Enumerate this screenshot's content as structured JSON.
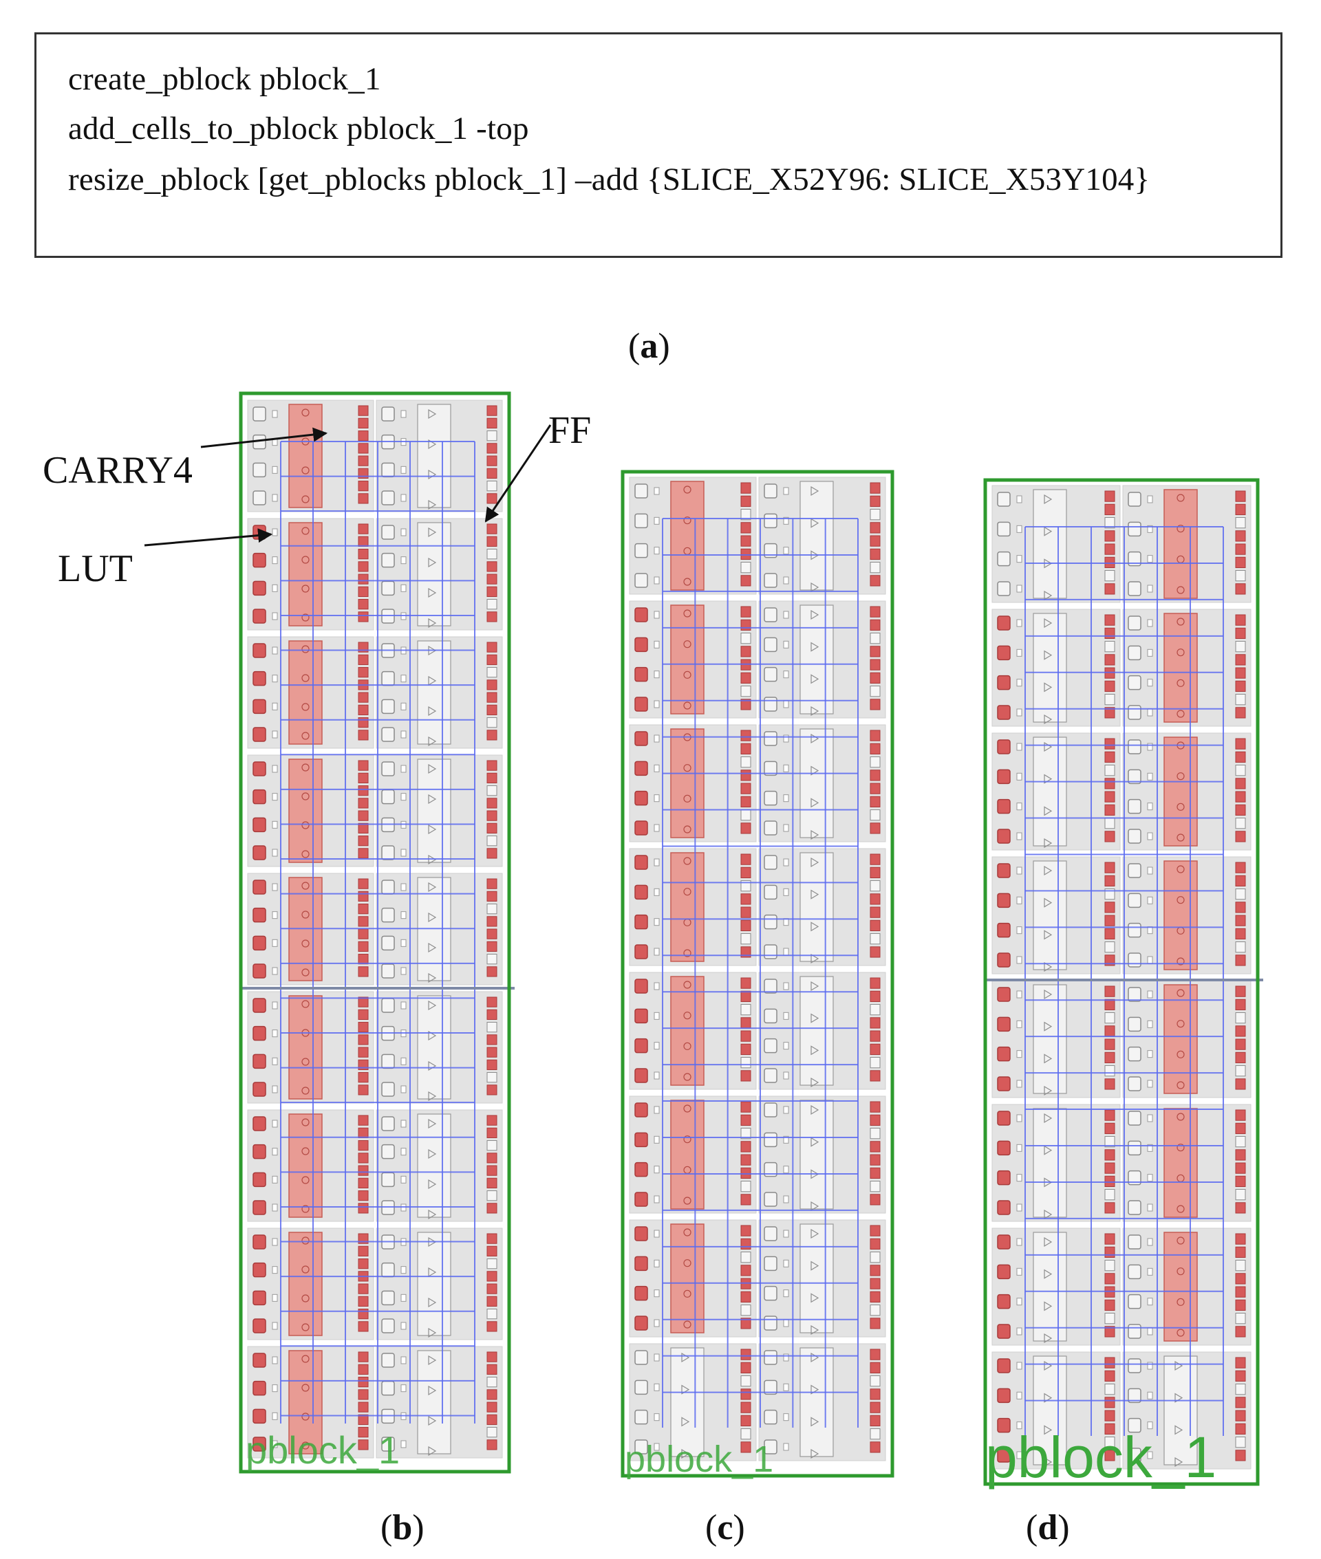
{
  "code": {
    "lines": [
      "create_pblock pblock_1",
      "add_cells_to_pblock pblock_1 -top",
      "resize_pblock [get_pblocks pblock_1] –add {SLICE_X52Y96: SLICE_X53Y104}"
    ]
  },
  "captions": {
    "a": "a",
    "b": "b",
    "c": "c",
    "d": "d"
  },
  "callouts": {
    "carry4": "CARRY4",
    "lut": "LUT",
    "ff": "FF"
  },
  "panels": [
    {
      "id": "b",
      "label": "pblock_1",
      "tiles": 9
    },
    {
      "id": "c",
      "label": "pblock_1",
      "tiles": 8
    },
    {
      "id": "d",
      "label": "pblock_1",
      "tiles": 8
    }
  ],
  "colors": {
    "pblock_border": "#2e9a2e",
    "pblock_text": "#3ca83c",
    "placed_cell": "#d65a5a",
    "carry_fill": "#e89b94",
    "tile_bg": "#e3e3e3",
    "net_lines": "#5b6bf0"
  }
}
